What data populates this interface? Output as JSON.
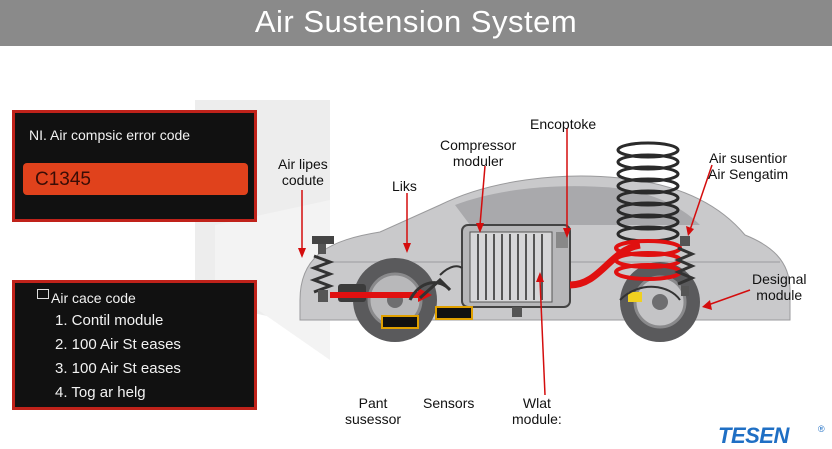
{
  "title": "Air Sustension System",
  "error_panel": {
    "heading": "NI. Air compsic error code",
    "code": "C1345"
  },
  "case_panel": {
    "heading": "Air cace code",
    "items": [
      "1. Contil module",
      "2. 100 Air St eases",
      "3. 100 Air St eases",
      "4. Tog ar helg"
    ]
  },
  "labels": {
    "air_lines": "Air lipes\ncodute",
    "likes": "Liks",
    "compressor": "Compressor\nmoduler",
    "encoptoke": "Encoptoke",
    "air_sensor": "Air susentior\nAir Sengatim",
    "designal": "Designal\nmodule",
    "pant": "Pant\nsusessor",
    "sensors": "Sensors",
    "wlat": "Wlat\nmodule:"
  },
  "brand": {
    "name": "TESEN",
    "mark": "®"
  },
  "colors": {
    "accent": "#c0221a",
    "code_bar": "#e0421c",
    "title_bar": "#8a8a8a",
    "brand": "#1f6fc4"
  }
}
